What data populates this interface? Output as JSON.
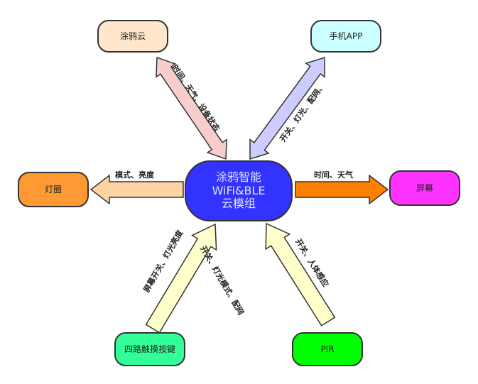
{
  "nodes": {
    "center": {
      "label_lines": [
        "涂鸦智能",
        "WiFi&BLE",
        "云模组"
      ],
      "color": "#3333ff"
    },
    "cloud": {
      "label": "涂鸦云",
      "color": "#ffe6cc"
    },
    "app": {
      "label": "手机APP",
      "color": "#ccffff"
    },
    "ring": {
      "label": "灯圈",
      "color": "#ff9933"
    },
    "screen": {
      "label": "屏幕",
      "color": "#ff33ff"
    },
    "touch": {
      "label": "四路触摸按键",
      "color": "#33ff99"
    },
    "pir": {
      "label": "PIR",
      "color": "#00ff00"
    }
  },
  "edges": {
    "cloud": {
      "label": "时间、天气、设备状态",
      "fill": "#f8cecc"
    },
    "app": {
      "label": "开关、灯光、配网、",
      "fill": "#ccccff"
    },
    "ring": {
      "label": "模式、亮度",
      "fill": "#ffd4a3"
    },
    "screen": {
      "label": "时间、天气",
      "fill": "#ff8000"
    },
    "touch_a": {
      "label": "屏幕开关、灯光亮度"
    },
    "touch_b": {
      "label": "开关、灯光模式、配网"
    },
    "touch": {
      "fill": "#ffffcc"
    },
    "pir": {
      "label": "开关、人体感应",
      "fill": "#ffffcc"
    }
  }
}
